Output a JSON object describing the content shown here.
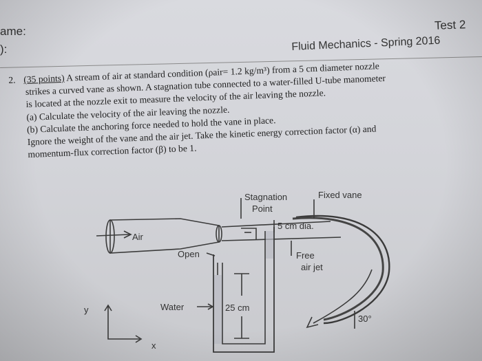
{
  "header": {
    "name_label": "ame:",
    "line2_label": "):",
    "test_label": "Test 2",
    "course_label": "Fluid Mechanics - Spring 2016"
  },
  "problem": {
    "number": "2.",
    "points": "(35 points)",
    "line1": " A stream of air at standard condition (ρair= 1.2 kg/m³) from a 5 cm diameter nozzle",
    "line2": "strikes a curved vane as shown. A stagnation tube connected to a water-filled U-tube manometer",
    "line3": "is located at the nozzle exit to measure the velocity of the air leaving the nozzle.",
    "part_a": "(a) Calculate the velocity of the air leaving the nozzle.",
    "part_b": "(b) Calculate the anchoring force needed to hold the vane in place.",
    "line6": "Ignore the weight of the vane and the air jet. Take the kinetic energy correction factor (α) and",
    "line7": "momentum-flux correction factor (β) to be 1."
  },
  "diagram": {
    "stagnation": "Stagnation",
    "point": "Point",
    "fixed_vane": "Fixed vane",
    "air": "Air",
    "diameter": "5 cm dia.",
    "open": "Open",
    "free": "Free",
    "air_jet": "air jet",
    "water": "Water",
    "height": "25 cm",
    "angle": "30°",
    "y_axis": "y",
    "x_axis": "x"
  }
}
